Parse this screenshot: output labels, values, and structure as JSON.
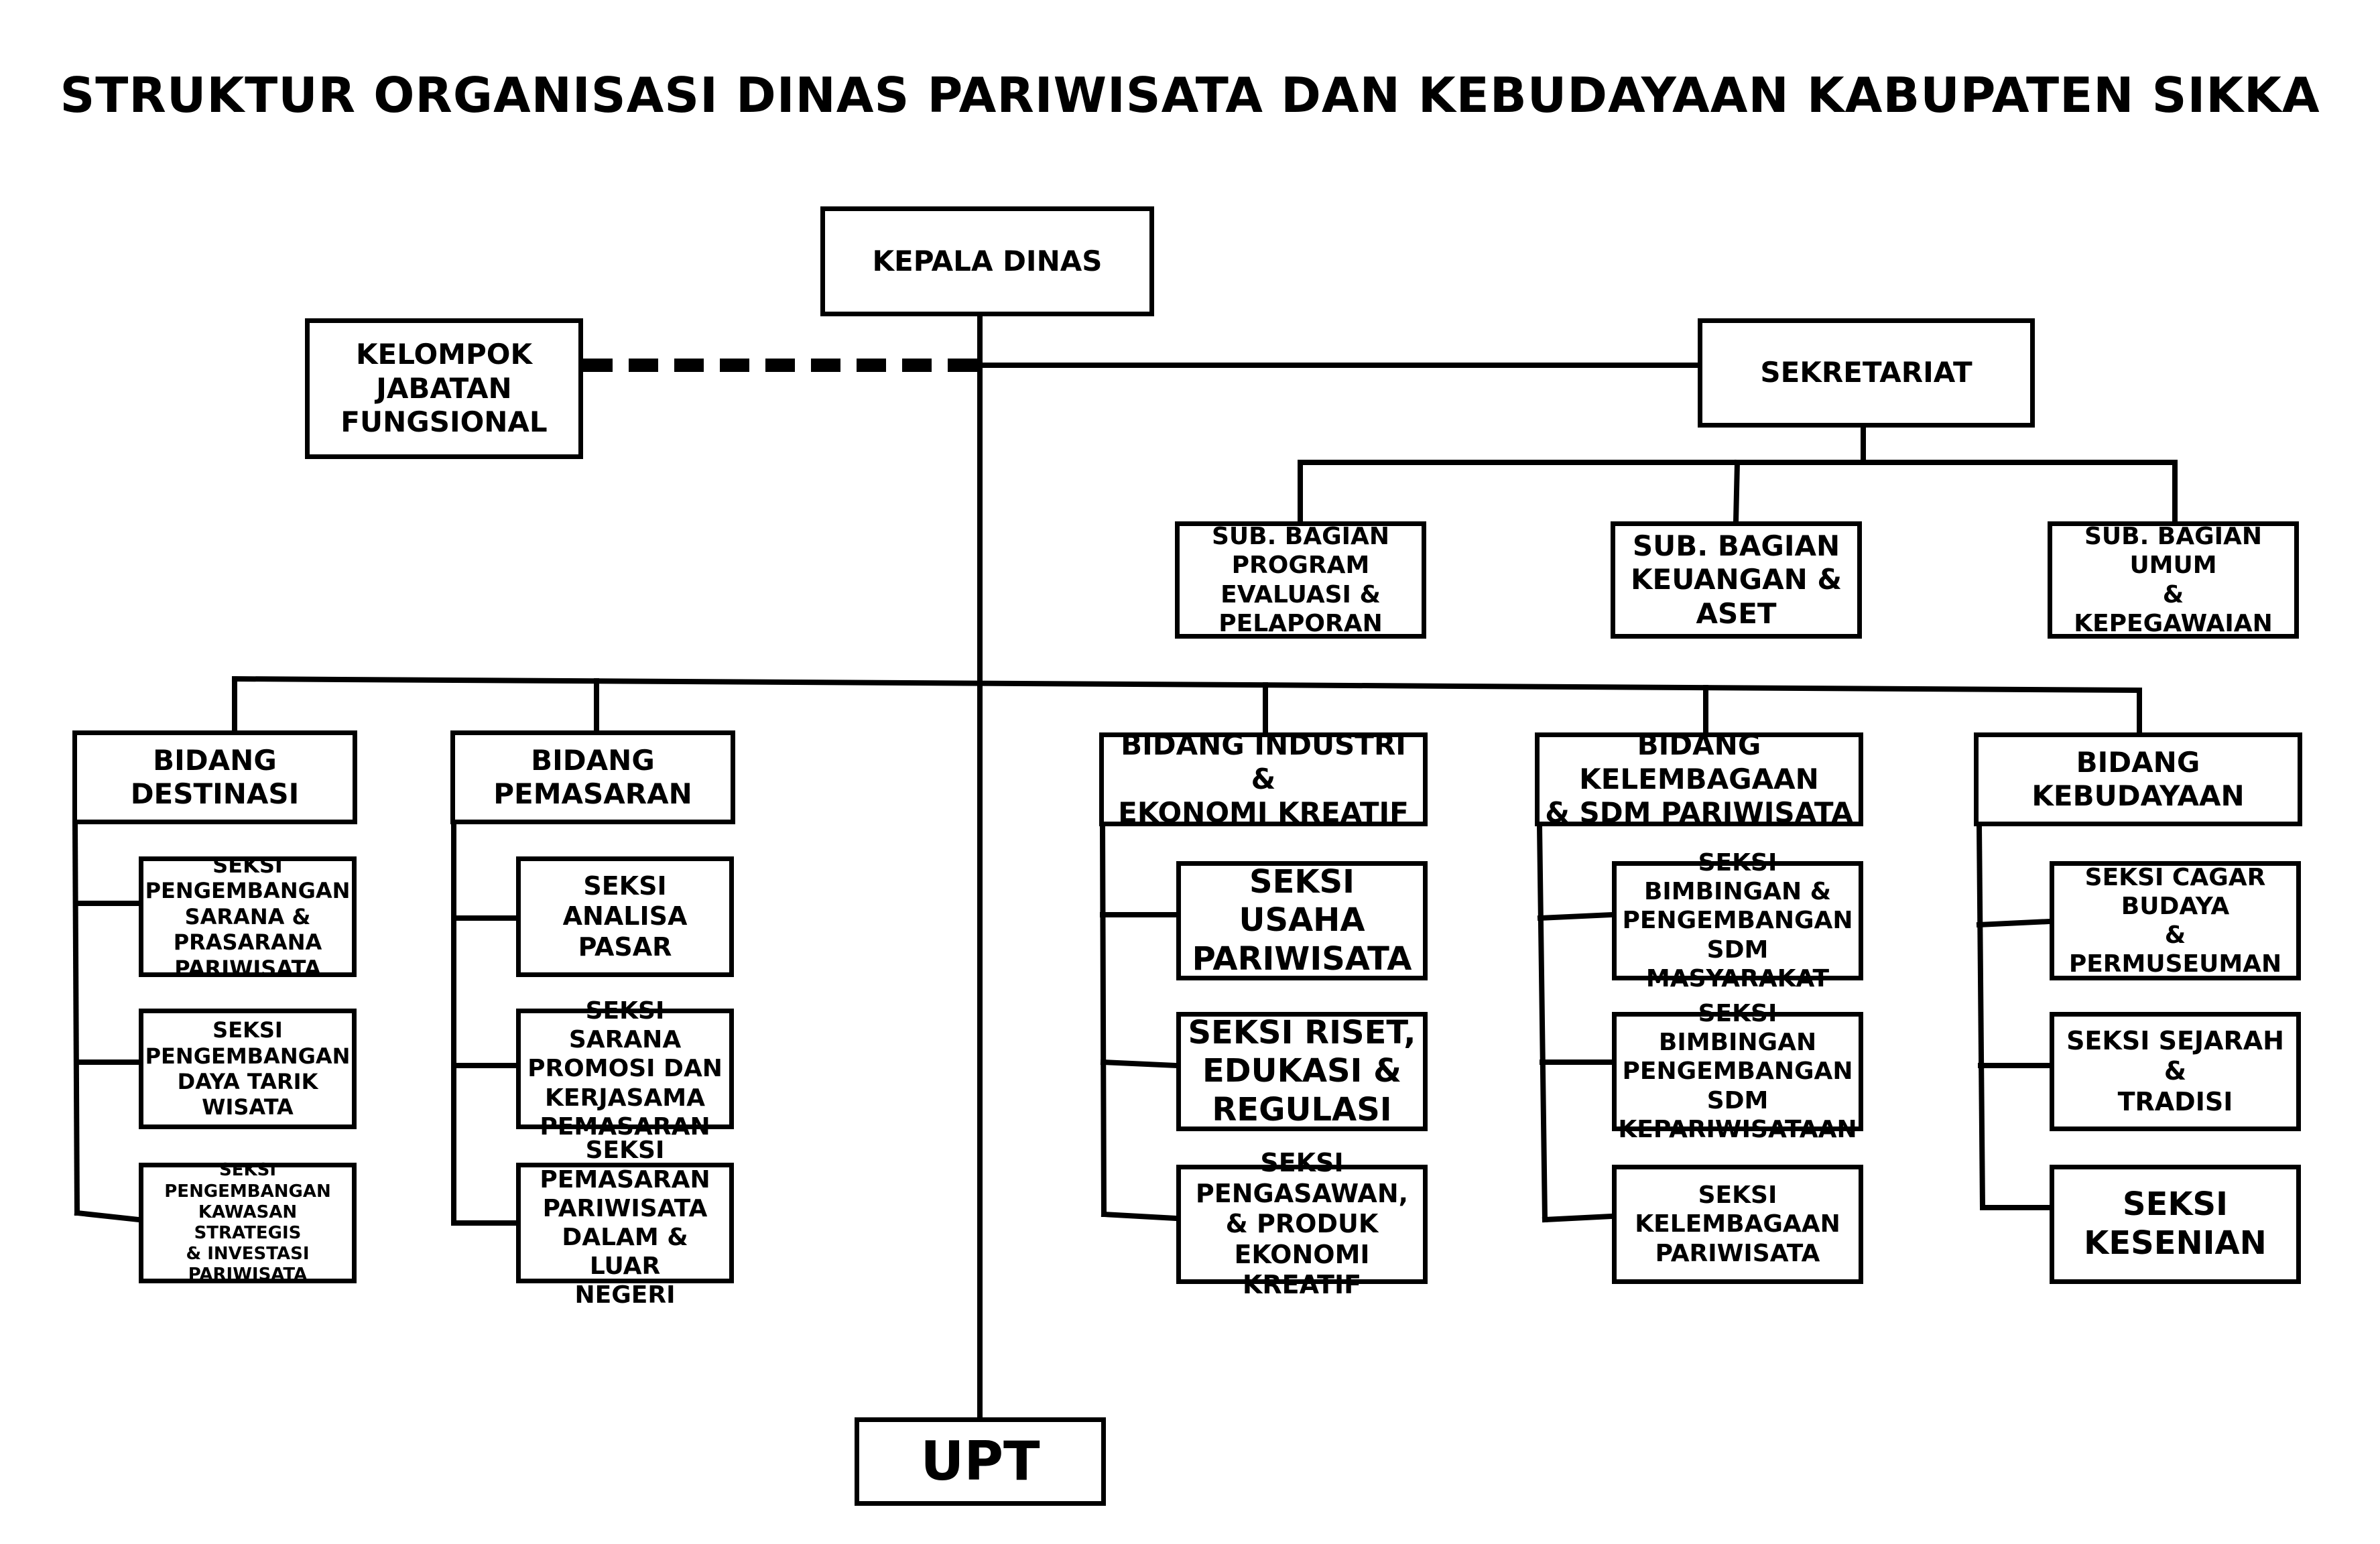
{
  "title": "STRUKTUR ORGANISASI DINAS PARIWISATA DAN KEBUDAYAAN KABUPATEN SIKKA",
  "kepala_dinas": "KEPALA DINAS",
  "kelompok_jabatan_fungsional": "KELOMPOK\nJABATAN\nFUNGSIONAL",
  "sekretariat": {
    "label": "SEKRETARIAT",
    "sub_bagian": [
      "SUB. BAGIAN PROGRAM\nEVALUASI &\nPELAPORAN",
      "SUB. BAGIAN\nKEUANGAN &\nASET",
      "SUB. BAGIAN UMUM\n&\nKEPEGAWAIAN"
    ]
  },
  "bidang": [
    {
      "label": "BIDANG DESTINASI",
      "seksi": [
        "SEKSI\nPENGEMBANGAN\nSARANA & PRASARANA\nPARIWISATA",
        "SEKSI\nPENGEMBANGAN\nDAYA TARIK\nWISATA",
        "SEKSI\nPENGEMBANGAN\nKAWASAN STRATEGIS\n& INVESTASI PARIWISATA"
      ]
    },
    {
      "label": "BIDANG PEMASARAN",
      "seksi": [
        "SEKSI\nANALISA\nPASAR",
        "SEKSI SARANA\nPROMOSI DAN\nKERJASAMA\nPEMASARAN",
        "SEKSI PEMASARAN\nPARIWISATA\nDALAM & LUAR\nNEGERI"
      ]
    },
    {
      "label": "BIDANG INDUSTRI &\nEKONOMI KREATIF",
      "seksi": [
        "SEKSI USAHA\nPARIWISATA",
        "SEKSI RISET,\nEDUKASI &\nREGULASI",
        "SEKSI\nPENGASAWAN,\n& PRODUK\nEKONOMI KREATIF"
      ]
    },
    {
      "label": "BIDANG KELEMBAGAAN\n& SDM PARIWISATA",
      "seksi": [
        "SEKSI BIMBINGAN &\nPENGEMBANGAN SDM\nMASYARAKAT",
        "SEKSI BIMBINGAN\nPENGEMBANGAN\nSDM KEPARIWISATAAN",
        "SEKSI KELEMBAGAAN\nPARIWISATA"
      ]
    },
    {
      "label": "BIDANG KEBUDAYAAN",
      "seksi": [
        "SEKSI CAGAR BUDAYA\n&\nPERMUSEUMAN",
        "SEKSI SEJARAH\n&\nTRADISI",
        "SEKSI\nKESENIAN"
      ]
    }
  ],
  "upt": "UPT"
}
